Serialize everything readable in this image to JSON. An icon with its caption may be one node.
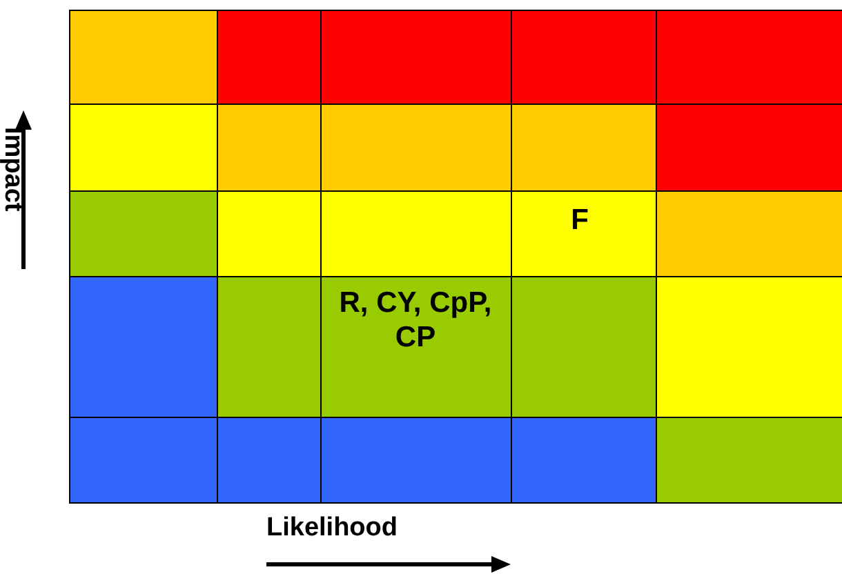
{
  "diagram": {
    "labels": [
      "Impact",
      "F",
      "R, CY, CpP, CP",
      "Likelihood"
    ]
  }
}
